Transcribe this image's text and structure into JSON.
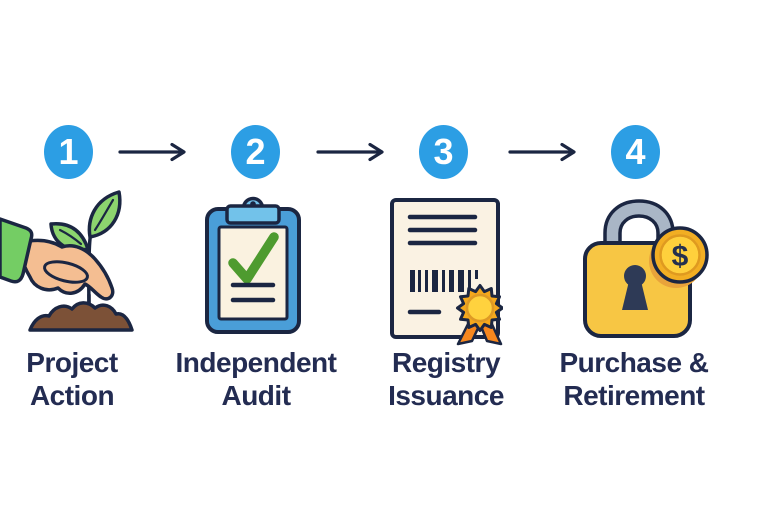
{
  "steps": [
    {
      "number": "1",
      "label_line1": "Project",
      "label_line2": "Action",
      "icon": "hand-planting-seedling-icon"
    },
    {
      "number": "2",
      "label_line1": "Independent",
      "label_line2": "Audit",
      "icon": "clipboard-check-icon"
    },
    {
      "number": "3",
      "label_line1": "Registry",
      "label_line2": "Issuance",
      "icon": "certificate-barcode-seal-icon"
    },
    {
      "number": "4",
      "label_line1": "Purchase &",
      "label_line2": "Retirement",
      "icon": "padlock-coin-icon"
    }
  ],
  "coin_symbol": "$",
  "colors": {
    "step_circle_blue": "#2c9ee4",
    "arrow_navy": "#1b2642",
    "label_text_navy": "#232c52",
    "outline_navy": "#1b2642",
    "leaf_green": "#8cd46e",
    "sleeve_green": "#74cd64",
    "hand_skin": "#f4be92",
    "soil_brown": "#7c5137",
    "clipboard_blue": "#4a9ed8",
    "clip_light_blue": "#72c2ea",
    "paper_cream": "#faf2e0",
    "check_green": "#4e9b2f",
    "seal_gold": "#f5a81c",
    "seal_inner_gold": "#ffd23e",
    "ribbon_orange": "#f6871e",
    "lock_gold": "#f7c644",
    "shackle_grey": "#a9b6c6",
    "coin_gold": "#f2ae23",
    "coin_inner_gold": "#ffd03c"
  }
}
